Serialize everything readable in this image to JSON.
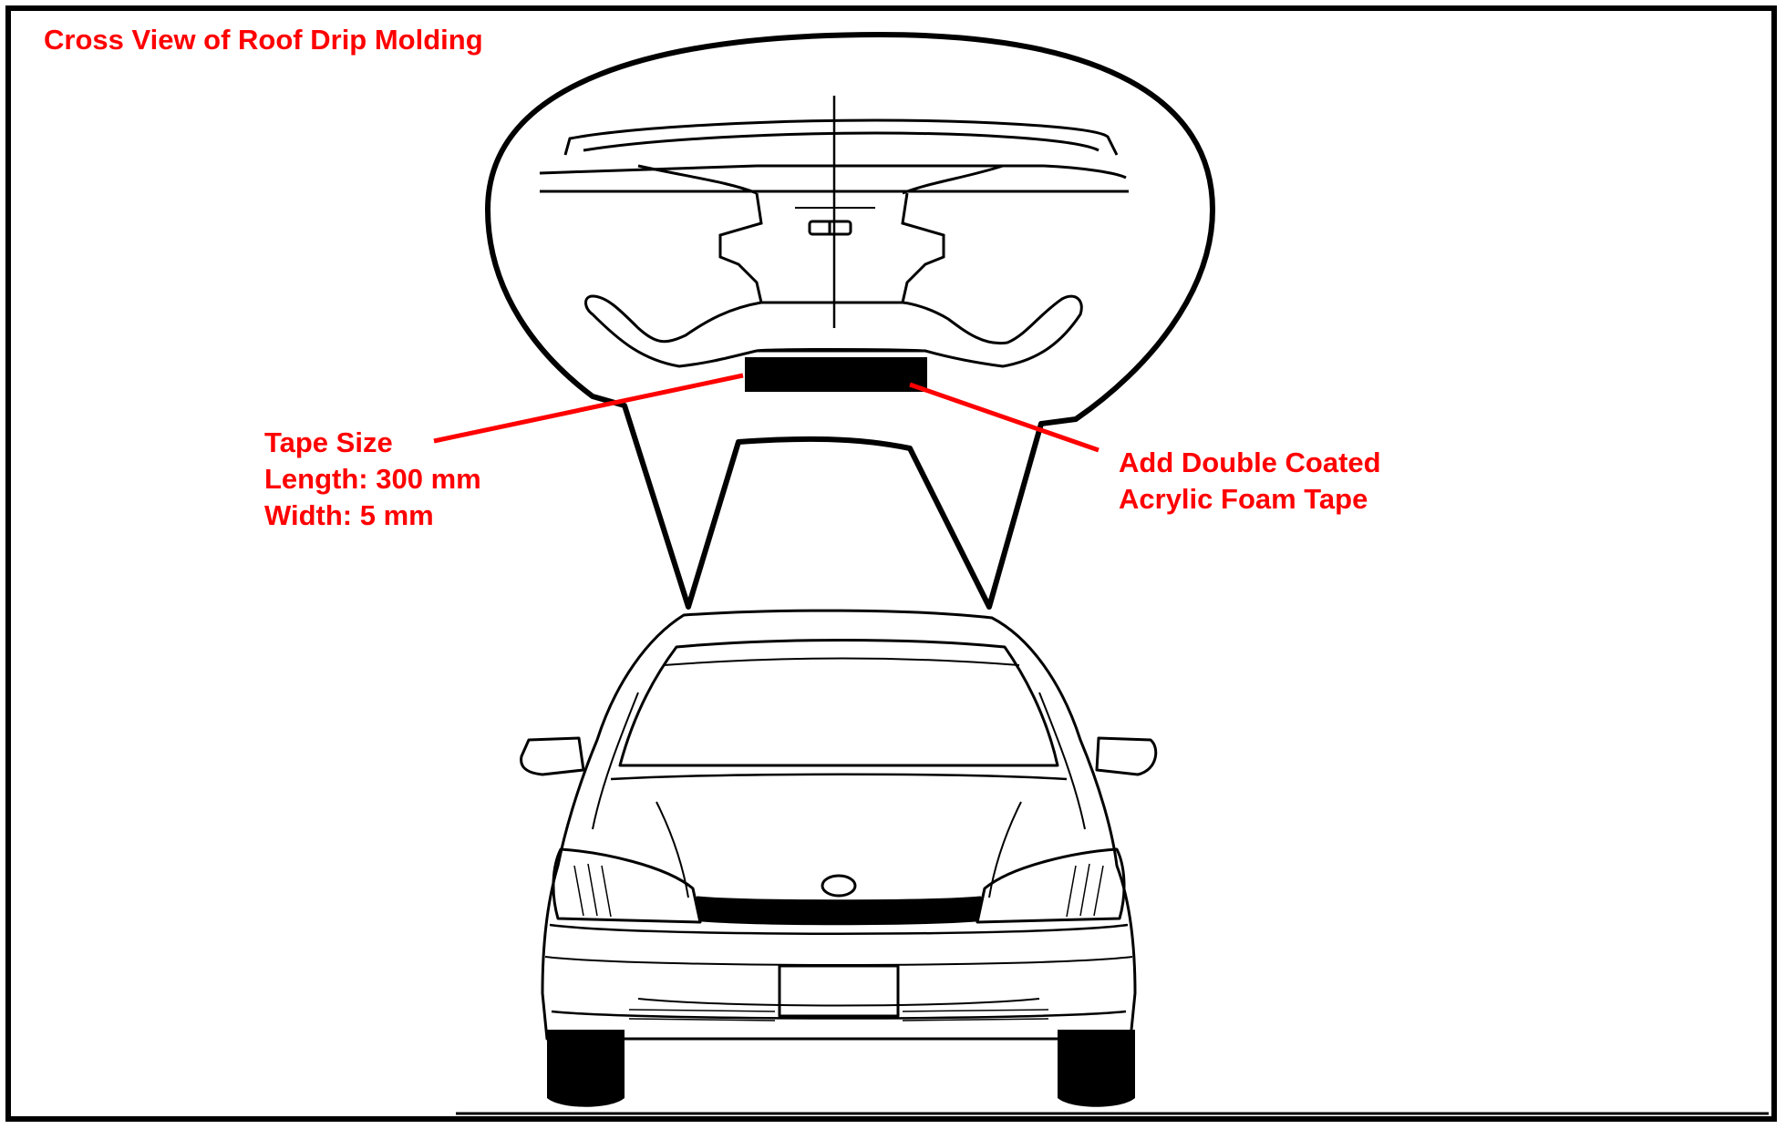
{
  "diagram": {
    "title": "Cross View of Roof Drip Molding",
    "callouts": {
      "tape_size": {
        "heading": "Tape Size",
        "length": "Length: 300 mm",
        "width": "Width: 5 mm"
      },
      "tape_type": {
        "line1": "Add Double Coated",
        "line2": "Acrylic Foam Tape"
      }
    },
    "colors": {
      "annotation": "#ff0000",
      "line_art": "#000000",
      "tape": "#000000",
      "background": "#ffffff"
    }
  }
}
